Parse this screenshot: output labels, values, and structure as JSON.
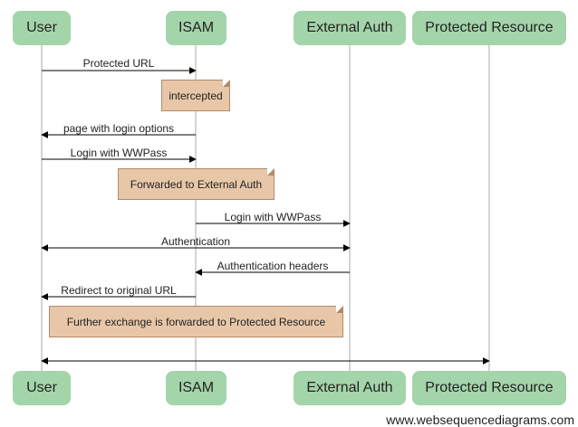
{
  "participants": [
    "User",
    "ISAM",
    "External Auth",
    "Protected Resource"
  ],
  "messages": [
    {
      "label": "Protected URL"
    },
    {
      "label": "page with login options"
    },
    {
      "label": "Login with WWPass"
    },
    {
      "label": "Login with WWPass"
    },
    {
      "label": "Authentication"
    },
    {
      "label": "Authentication headers"
    },
    {
      "label": "Redirect to original URL"
    },
    {
      "label": ""
    }
  ],
  "notes": [
    {
      "text": "intercepted"
    },
    {
      "text": "Forwarded to External Auth"
    },
    {
      "text": "Further exchange is forwarded to Protected Resource"
    }
  ],
  "footer": "www.websequencediagrams.com",
  "colors": {
    "participant_fill": "#a4d4aa",
    "note_fill": "#e8c7a8",
    "line": "#000000"
  }
}
